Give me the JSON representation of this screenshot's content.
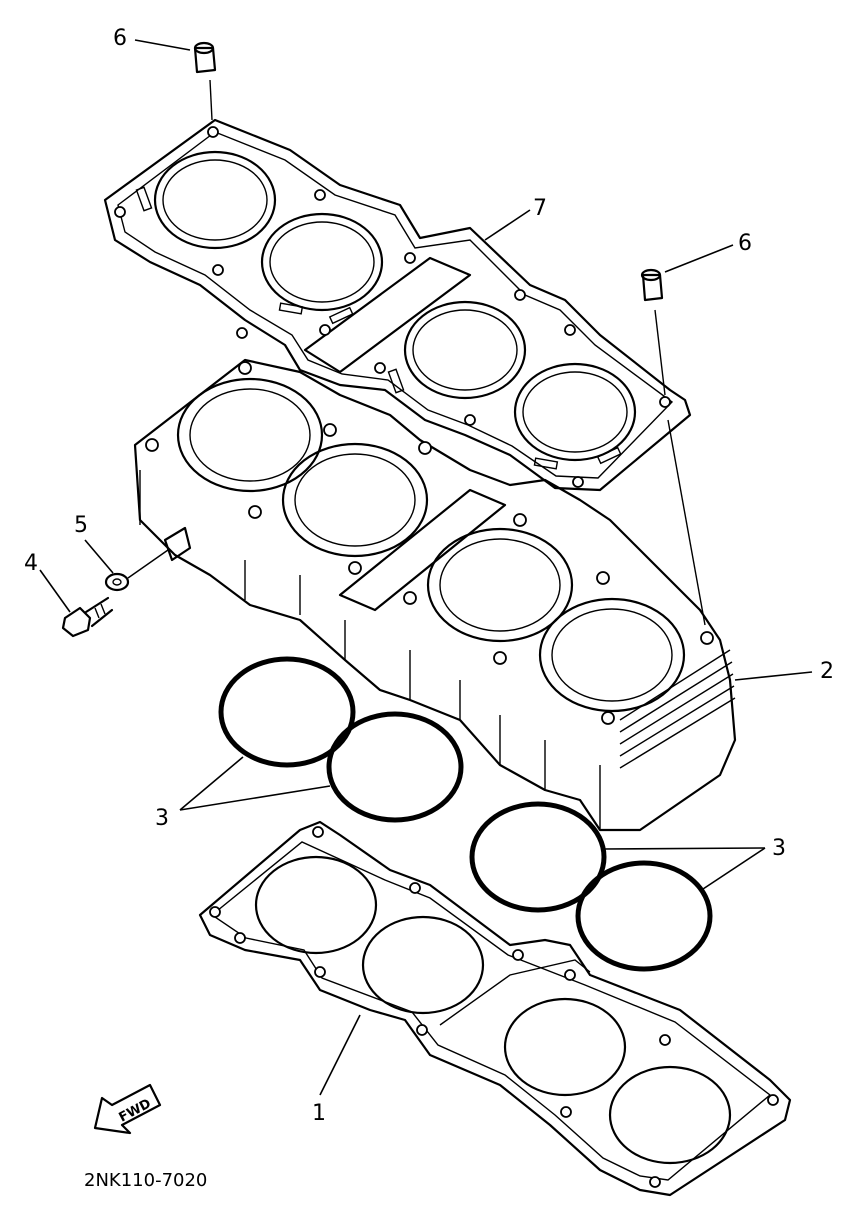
{
  "callouts": {
    "c1": "1",
    "c2": "2",
    "c3_left": "3",
    "c3_right": "3",
    "c4": "4",
    "c5": "5",
    "c6_top": "6",
    "c6_right": "6",
    "c7": "7"
  },
  "fwd_label": "FWD",
  "diagram_code": "2NK110-7020"
}
